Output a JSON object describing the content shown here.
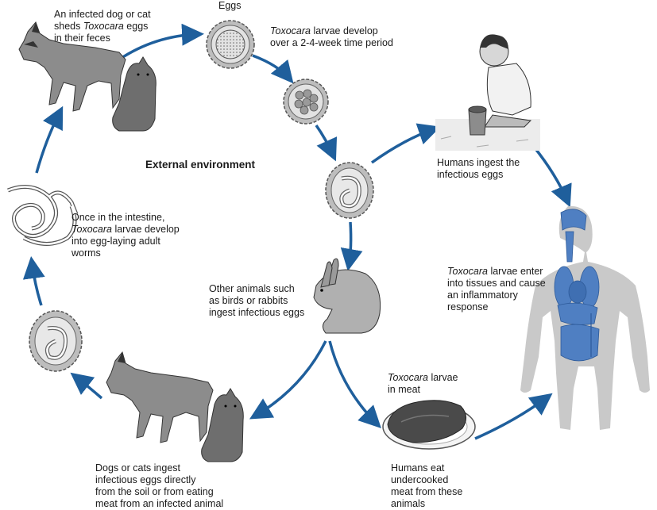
{
  "labels": {
    "dog_cat_shed": [
      "An infected dog or cat",
      "sheds ",
      "Toxocara",
      " eggs",
      "in their feces"
    ],
    "eggs": "Eggs",
    "larvae_develop": [
      "Toxocara",
      " larvae develop",
      "over a 2-4-week time period"
    ],
    "environment": "External environment",
    "humans_ingest": [
      "Humans ingest the",
      "infectious eggs"
    ],
    "intestine": [
      "Once in the intestine,",
      "Toxocara",
      " larvae develop",
      "into egg-laying adult",
      "worms"
    ],
    "other_animals": [
      "Other animals such",
      "as birds or rabbits",
      "ingest infectious eggs"
    ],
    "tissues": [
      "Toxocara",
      " larvae enter",
      "into tissues and cause",
      "an inflammatory",
      "response"
    ],
    "larvae_meat": [
      "Toxocara",
      " larvae",
      "in meat"
    ],
    "dogs_ingest": [
      "Dogs or cats ingest",
      "infectious eggs directly",
      "from the soil or from eating",
      "meat from an infected animal"
    ],
    "humans_eat": [
      "Humans eat",
      "undercooked",
      "meat from these",
      "animals"
    ]
  },
  "colors": {
    "arrow": "#1f5f9c",
    "organ": "#4f7fc2",
    "body": "#c9c9c9",
    "animal": "#8c8c8c",
    "egg_shell": "#a6a6a6"
  },
  "icons": [
    "dog-cat-icon",
    "egg-icon",
    "embryo-egg-icon",
    "larva-egg-icon",
    "child-playing-icon",
    "adult-worm-icon",
    "rabbit-icon",
    "meat-plate-icon",
    "human-body-icon"
  ]
}
